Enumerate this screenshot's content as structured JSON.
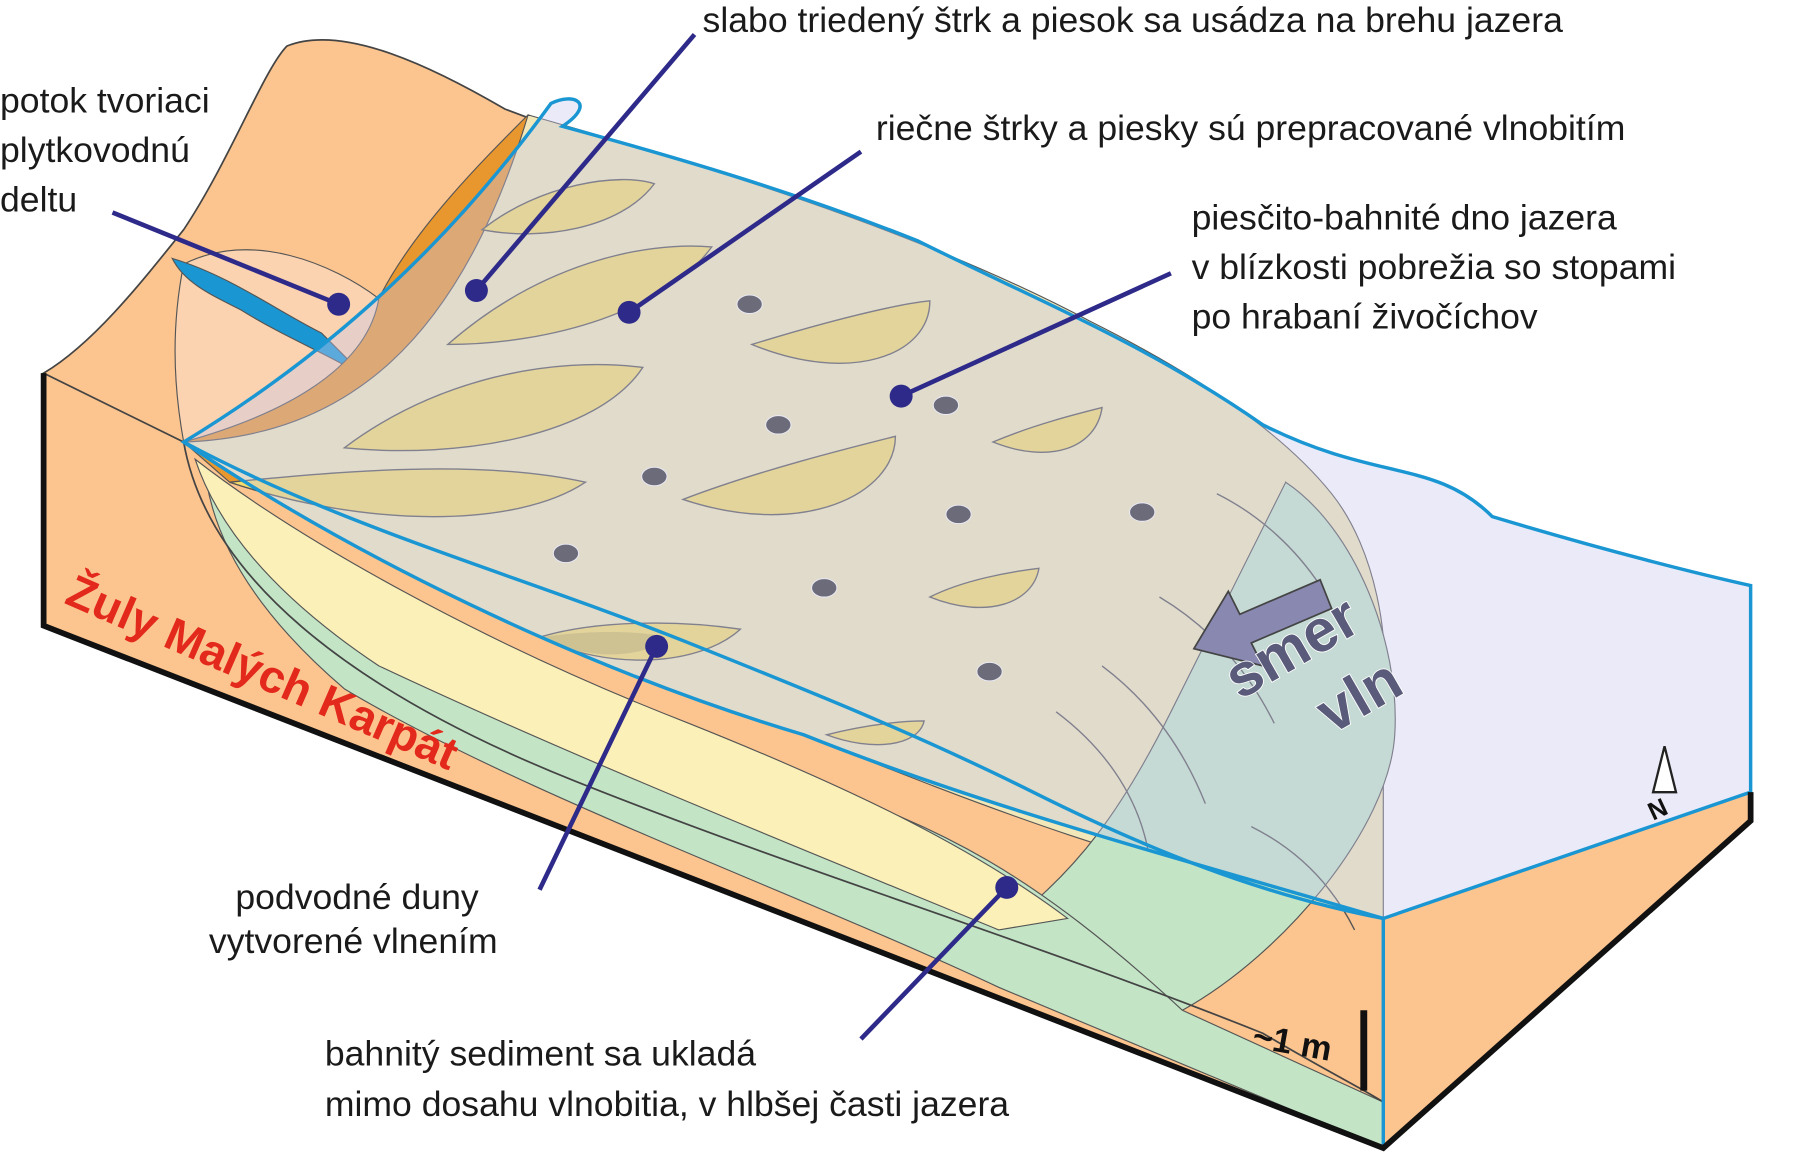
{
  "labels": {
    "delta": [
      "potok tvoriaci",
      "plytkovodnú",
      "deltu"
    ],
    "shore_gravel": "slabo triedený štrk a piesok sa usádza na brehu jazera",
    "reworked": "riečne štrky a piesky sú prepracované vlnobitím",
    "lake_floor": [
      "piesčito-bahnité dno jazera",
      "v blízkosti pobrežia so stopami",
      "po hrabaní živočíchov"
    ],
    "dunes": [
      "podvodné duny",
      "vytvorené vlnením"
    ],
    "mud": [
      "bahnitý sediment sa ukladá",
      "mimo dosahu vlnobitia, v hlbšej časti jazera"
    ]
  },
  "basement_label": "Žuly Malých Karpát",
  "wave_direction": [
    "smer",
    "vln"
  ],
  "north_label": "N",
  "scale_label": "~1 m",
  "colors": {
    "land": "#fcc58f",
    "delta": "#e8962e",
    "sand": "#f1e7b8",
    "mud": "#c3e5c6",
    "water_outline": "#1a96d2",
    "leader": "#2e2a8a",
    "basement_text": "#e3281c"
  }
}
